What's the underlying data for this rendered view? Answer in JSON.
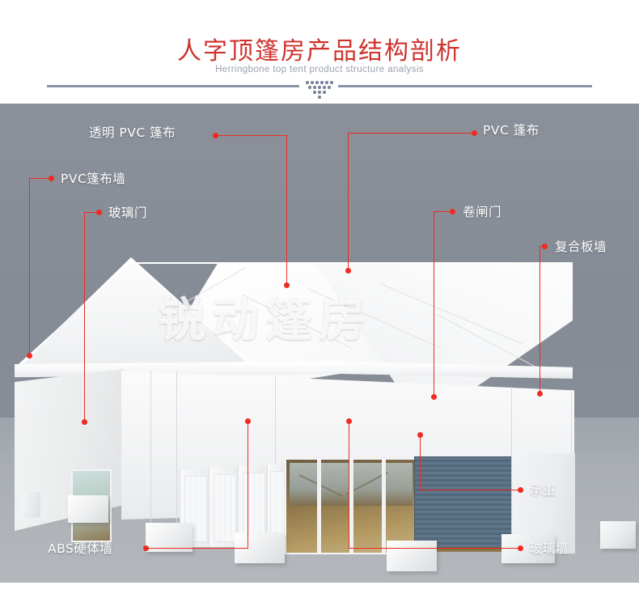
{
  "header": {
    "title": "人字顶篷房产品结构剖析",
    "subtitle": "Herringbone top tent product structure analysis",
    "title_color": "#cf312c",
    "subtitle_color": "#9aa0ad",
    "rule_color": "#8b93a6",
    "dot_color": "#79829a",
    "dot_rows": [
      6,
      5,
      3,
      1
    ]
  },
  "scene": {
    "watermark": "锐动篷房",
    "sky_color": "#878d97",
    "ground_color": "#adb2b7",
    "tent_color": "#f4f5f6",
    "shutter_color": "#5b7085",
    "glass_interior_color": "#b39a63"
  },
  "callouts": {
    "accent_color": "#ee2b22",
    "items": [
      {
        "id": "transparent-pvc-fabric",
        "label": "透明 PVC 篷布"
      },
      {
        "id": "pvc-fabric",
        "label": "PVC 篷布"
      },
      {
        "id": "pvc-fabric-wall",
        "label": "PVC篷布墙"
      },
      {
        "id": "glass-door",
        "label": "玻璃门"
      },
      {
        "id": "rolling-shutter-door",
        "label": "卷闸门"
      },
      {
        "id": "composite-panel-wall",
        "label": "复合板墙"
      },
      {
        "id": "load-bearing",
        "label": "承重"
      },
      {
        "id": "abs-hard-wall",
        "label": "ABS硬体墙"
      },
      {
        "id": "glass-wall",
        "label": "玻璃墙"
      }
    ]
  }
}
